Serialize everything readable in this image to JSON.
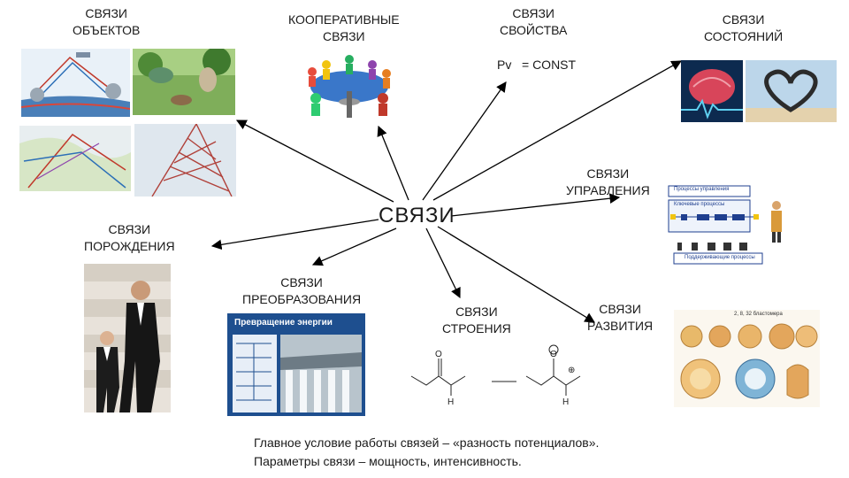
{
  "center": "СВЯЗИ",
  "labels": {
    "objects": [
      "СВЯЗИ",
      "ОБЪЕКТОВ"
    ],
    "coop": [
      "КООПЕРАТИВНЫЕ",
      "СВЯЗИ"
    ],
    "property": [
      "СВЯЗИ",
      "СВОЙСТВА"
    ],
    "pv": "Pv   = CONST",
    "states": [
      "СВЯЗИ",
      "СОСТОЯНИЙ"
    ],
    "control": [
      "СВЯЗИ",
      "УПРАВЛЕНИЯ"
    ],
    "generation": [
      "СВЯЗИ",
      "ПОРОЖДЕНИЯ"
    ],
    "transform": [
      "СВЯЗИ",
      "ПРЕОБРАЗОВАНИЯ"
    ],
    "structure": [
      "СВЯЗИ",
      "СТРОЕНИЯ"
    ],
    "development": [
      "СВЯЗИ",
      "РАЗВИТИЯ"
    ]
  },
  "control_scheme": {
    "title": "Процессы управления",
    "middle": "Ключевые процессы",
    "bottom": "Поддерживающие процессы"
  },
  "energy_title": "Превращение энергии",
  "embryo_labels": [
    "2, 8, 32 бластомера"
  ],
  "note": [
    "Главное условие работы связей – «разность потенциалов».",
    "Параметры связи – мощность, интенсивность."
  ],
  "colors": {
    "arrow": "#000000",
    "text": "#1a1a1a"
  }
}
